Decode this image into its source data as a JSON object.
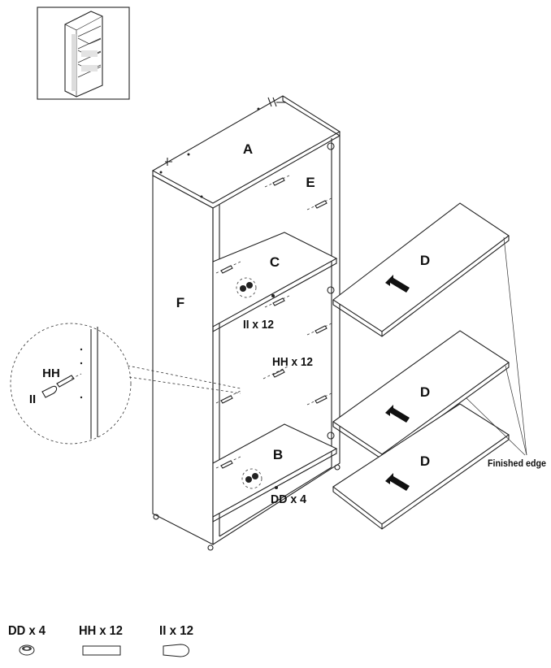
{
  "panels": {
    "top": "A",
    "bottom_shelf": "B",
    "fixed_shelf": "C",
    "shelves": [
      "D",
      "D",
      "D"
    ],
    "right_side": "E",
    "left_side": "F"
  },
  "callouts": {
    "cam_bolts": "II x 12",
    "shelf_pins": "HH x 12",
    "feet": "DD x 4",
    "finished_edge": "Finished edge"
  },
  "detail": {
    "pin_label": "HH",
    "bolt_label": "II"
  },
  "parts_legend": [
    {
      "label": "DD x 4",
      "icon": "foot-glide-icon"
    },
    {
      "label": "HH x 12",
      "icon": "shelf-pin-icon"
    },
    {
      "label": "II x 12",
      "icon": "cam-bolt-icon"
    }
  ]
}
